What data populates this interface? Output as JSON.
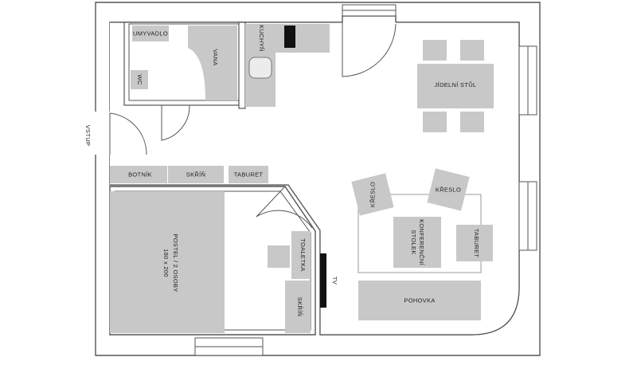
{
  "plan": {
    "entrance": "VSTUP",
    "bathroom": {
      "sink": "UMYVADLO",
      "bathtub": "VANA",
      "toilet": "WC"
    },
    "kitchen": "KUCHYŇ",
    "dining_table": "JÍDELNÍ STŮL",
    "hallway": {
      "shoe_cabinet": "BOTNÍK",
      "wardrobe": "SKŘÍŇ",
      "stool": "TABURET"
    },
    "bedroom": {
      "bed": "POSTEL / 2 OSOBY",
      "bed_size": "180 x 200",
      "dresser": "TOALETKA",
      "wardrobe": "SKŘÍŇ"
    },
    "living": {
      "armchair_left": "KŘESLO",
      "armchair_right": "KŘESLO",
      "coffee_table_line1": "KONFERENČNÍ",
      "coffee_table_line2": "STOLEK",
      "stool": "TABURET",
      "tv": "TV",
      "sofa": "POHOVKA"
    }
  },
  "colors": {
    "wall": "#555555",
    "furniture": "#c8c8c8",
    "background": "#ffffff"
  }
}
